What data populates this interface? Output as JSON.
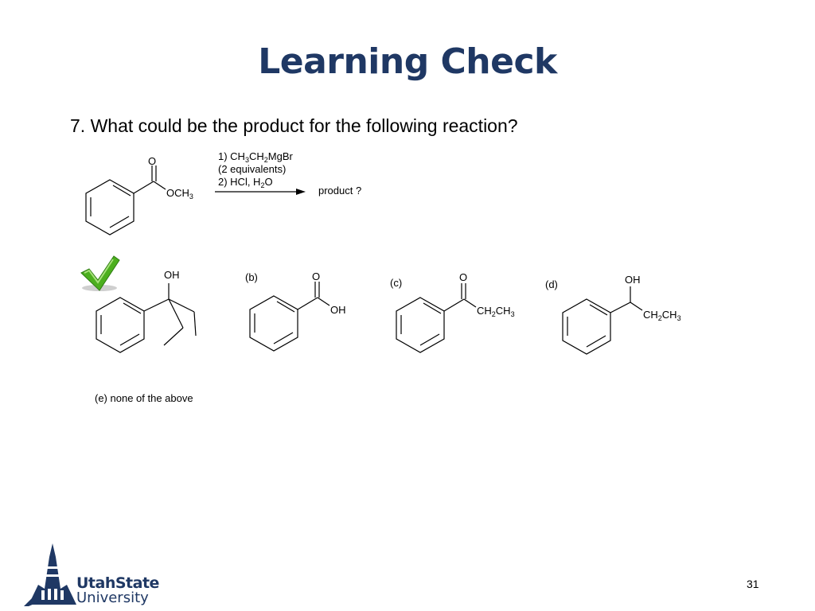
{
  "slide": {
    "title": "Learning Check",
    "question": "7. What could be the product for the following reaction?",
    "page_number": "31"
  },
  "reaction": {
    "reactant_carbonyl_O": "O",
    "reactant_OCH3": "OCH",
    "reactant_OCH3_sub": "3",
    "step1_prefix": "1) CH",
    "step1_sub1": "3",
    "step1_mid": "CH",
    "step1_sub2": "2",
    "step1_suffix": "MgBr",
    "step1_note": "(2 equivalents)",
    "step2_prefix": "2) HCl, H",
    "step2_sub": "2",
    "step2_suffix": "O",
    "product_label": "product ?"
  },
  "options": {
    "a": {
      "oh": "OH",
      "correct": true
    },
    "b": {
      "label": "(b)",
      "o": "O",
      "oh": "OH"
    },
    "c": {
      "label": "(c)",
      "o": "O",
      "ch": "CH",
      "sub1": "2",
      "ch2": "CH",
      "sub2": "3"
    },
    "d": {
      "label": "(d)",
      "oh": "OH",
      "ch": "CH",
      "sub1": "2",
      "ch2": "CH",
      "sub2": "3"
    },
    "e": {
      "label": "(e) none of the above"
    }
  },
  "logo": {
    "line1": "UtahState",
    "line2": "University"
  },
  "colors": {
    "title": "#1f3864",
    "check_green": "#4caf1e",
    "logo_navy": "#1f3864"
  }
}
